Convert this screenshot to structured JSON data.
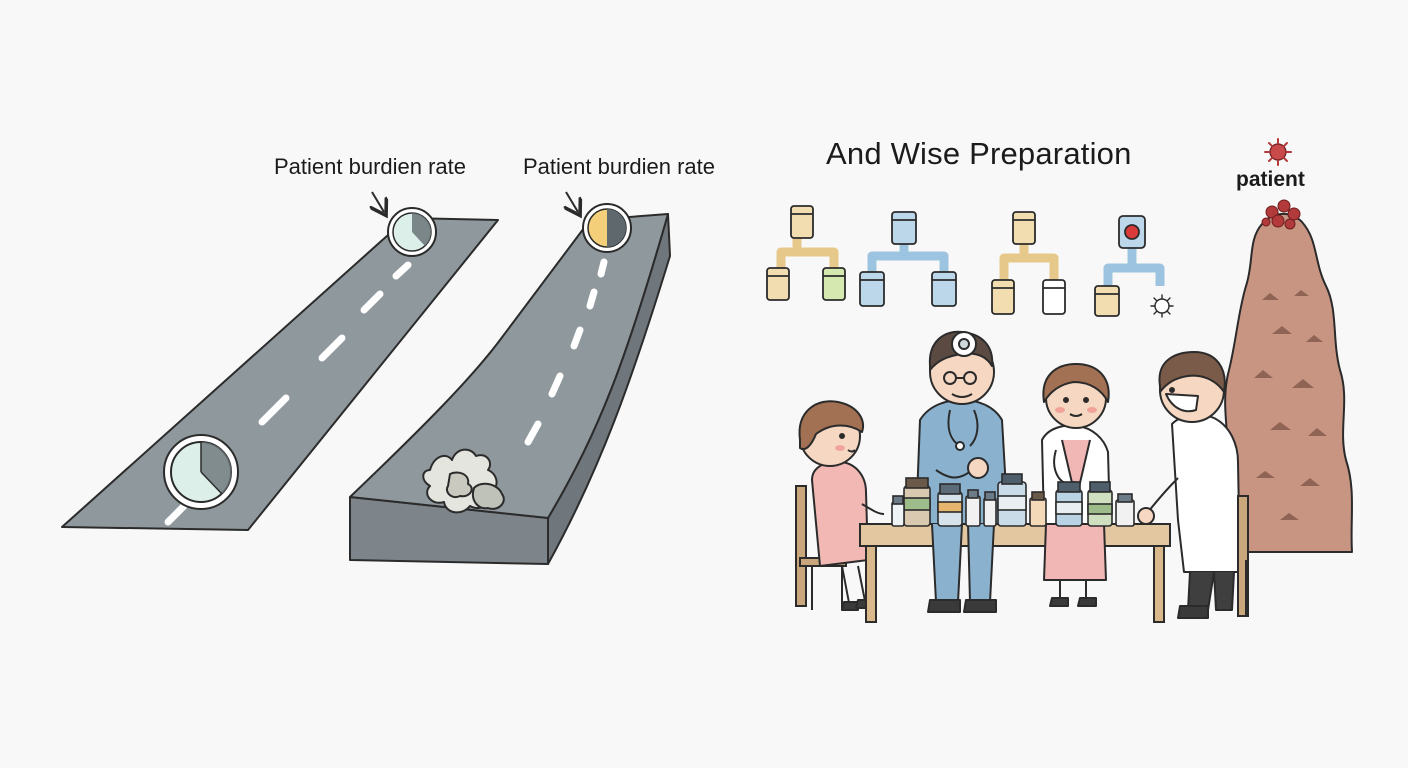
{
  "labels": {
    "left_road_label": "Patient burdien rate",
    "right_road_label": "Patient burdien rate",
    "heading": "And Wise Preparation",
    "mountain_label": "patient"
  },
  "colors": {
    "road": "#8f989d",
    "road_side": "#7d858b",
    "outline": "#2b2b2b",
    "lane_mark": "#ffffff",
    "gauge_teal": "#dcefe9",
    "gauge_amber": "#f3cf79",
    "mountain": "#c99583",
    "virus": "#b23a3a",
    "table": "#e2c7a0",
    "flask_yellow": "#f2ddb0",
    "flask_blue": "#bcd7ea",
    "flask_green": "#d5e8b0",
    "red_dot": "#d93a3a"
  },
  "icons": [
    "clock-gauge-icon",
    "half-gauge-icon",
    "puzzle-pieces-icon",
    "flask-network-icon",
    "virus-icon",
    "mountain-icon"
  ]
}
